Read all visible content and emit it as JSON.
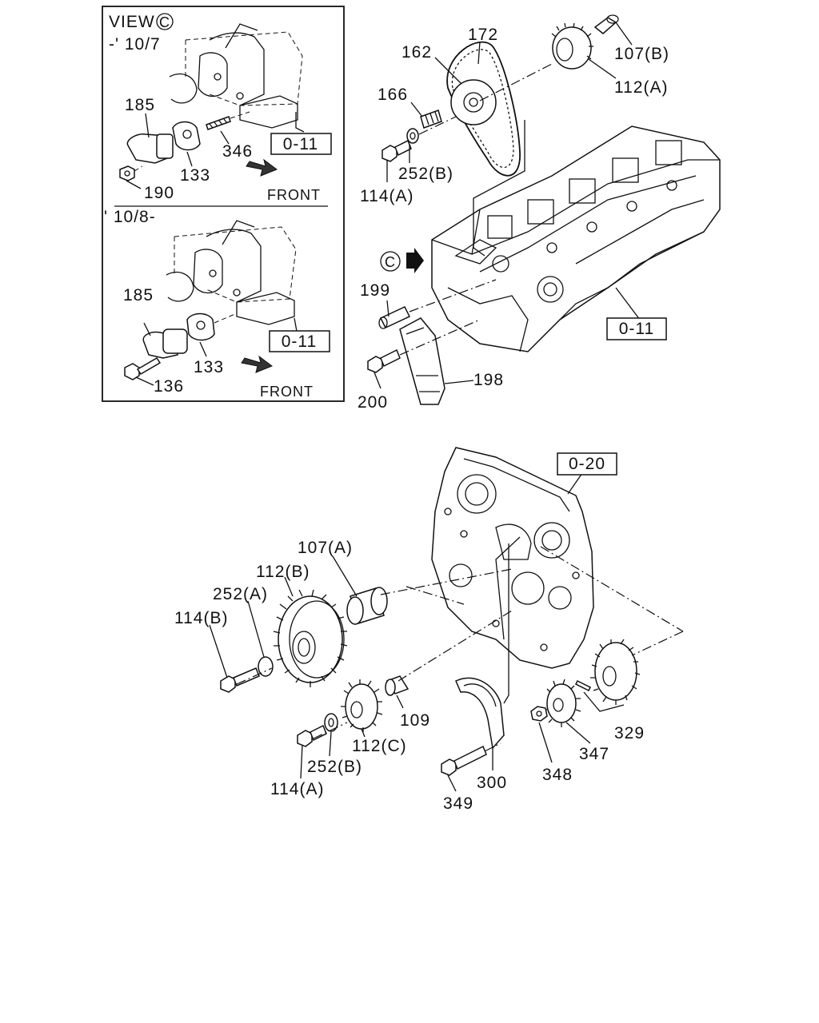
{
  "inset": {
    "view_title": "VIEW",
    "view_marker": "C",
    "upper_range": "-' 10/7",
    "lower_range": "' 10/8-",
    "front_label": "FRONT"
  },
  "refs": {
    "r011": "0-11",
    "r020": "0-20"
  },
  "callouts": {
    "p107a": "107(A)",
    "p107b": "107(B)",
    "p109": "109",
    "p112a": "112(A)",
    "p112b": "112(B)",
    "p112c": "112(C)",
    "p114a": "114(A)",
    "p114b": "114(B)",
    "p133": "133",
    "p136": "136",
    "p162": "162",
    "p166": "166",
    "p172": "172",
    "p185": "185",
    "p190": "190",
    "p198": "198",
    "p199": "199",
    "p200": "200",
    "p252a": "252(A)",
    "p252b": "252(B)",
    "p300": "300",
    "p329": "329",
    "p346": "346",
    "p347": "347",
    "p348": "348",
    "p349": "349"
  }
}
